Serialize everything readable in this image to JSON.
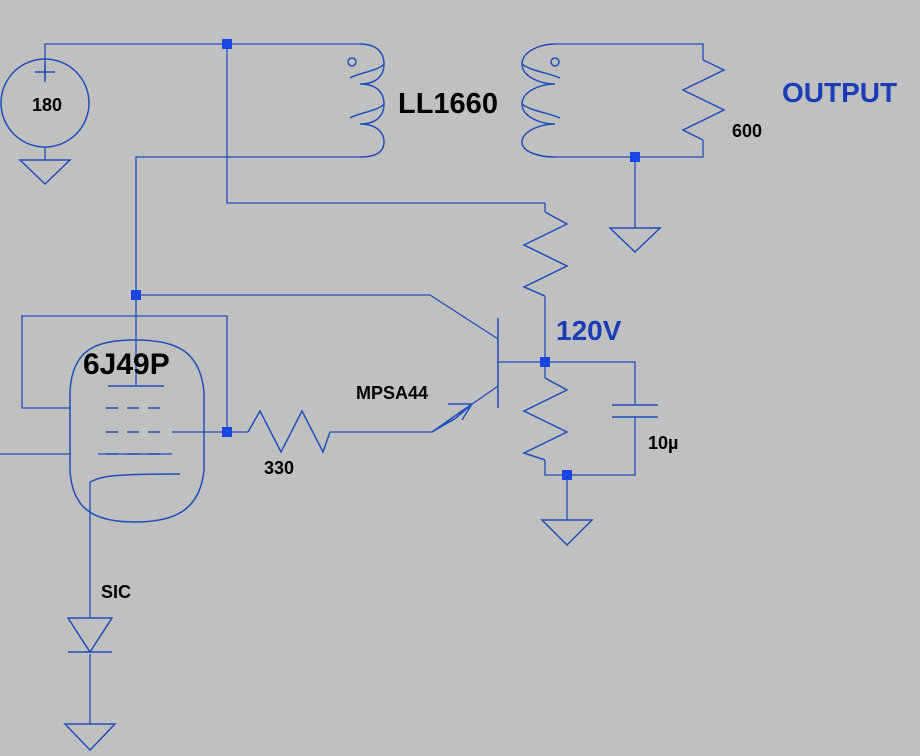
{
  "colors": {
    "background": "#c0c0c0",
    "wire": "#1f4fb8",
    "node": "#1a46e6",
    "net_label": "#1a3db5",
    "text": "#000000"
  },
  "labels": {
    "source_voltage": "180",
    "transformer": "LL1660",
    "load_resistor": "600",
    "output": "OUTPUT",
    "net_voltage": "120V",
    "tube": "6J49P",
    "transistor": "MPSA44",
    "emitter_resistor": "330",
    "capacitor": "10µ",
    "diode": "SIC"
  }
}
